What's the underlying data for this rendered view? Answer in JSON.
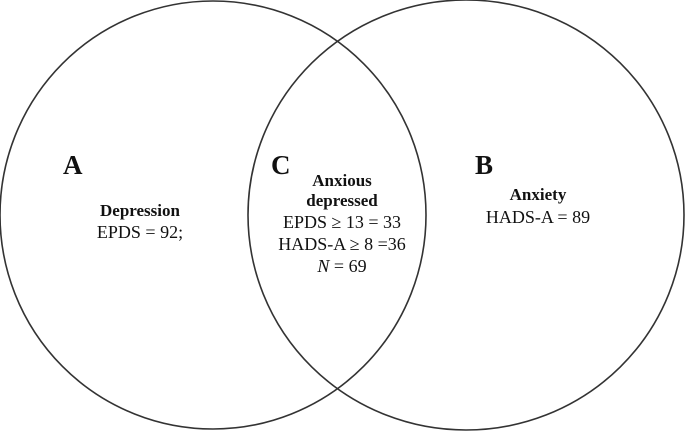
{
  "diagram": {
    "regions": {
      "a": {
        "letter": "A",
        "title": "Depression",
        "value": "EPDS = 92;"
      },
      "b": {
        "letter": "B",
        "title": "Anxiety",
        "value": "HADS-A = 89"
      },
      "c": {
        "letter": "C",
        "title_line1": "Anxious",
        "title_line2": "depressed",
        "value_line1": "EPDS ≥ 13 = 33",
        "value_line2": "HADS-A ≥ 8 =36",
        "n_symbol": "N",
        "n_value": " = 69"
      }
    },
    "stroke_color": "#333333",
    "background_color": "#ffffff"
  }
}
